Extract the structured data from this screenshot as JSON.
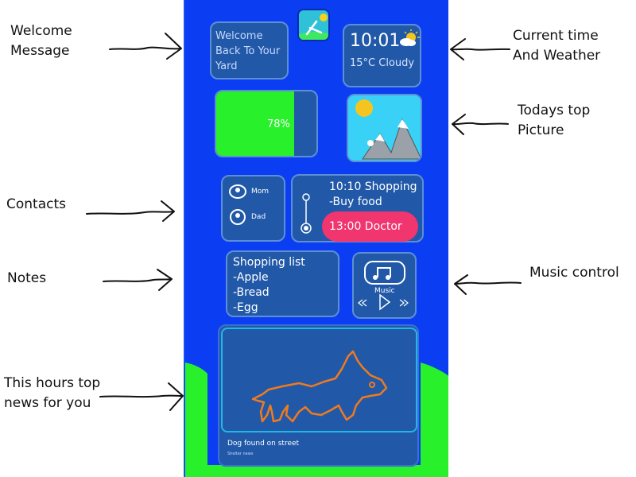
{
  "annotations": {
    "welcome": [
      "Welcome",
      "Message"
    ],
    "time_weather": [
      "Current time",
      "And Weather"
    ],
    "top_picture": [
      "Todays top",
      "Picture"
    ],
    "contacts": [
      "Contacts"
    ],
    "notes": [
      "Notes"
    ],
    "music": [
      "Music control"
    ],
    "news": [
      "This hours top",
      "news for you"
    ]
  },
  "phone": {
    "welcome": [
      "Welcome",
      "Back To Your",
      "Yard"
    ],
    "app_icon": "app-icon",
    "weather": {
      "time": "10:01",
      "condition": "15°C Cloudy",
      "icon": "sun-cloud-icon"
    },
    "battery": {
      "label": "78%",
      "level": 0.78
    },
    "picture": {
      "icon": "mountain-sun-icon"
    },
    "contacts": [
      {
        "name": "Mom",
        "icon": "contact-icon"
      },
      {
        "name": "Dad",
        "icon": "contact-icon"
      }
    ],
    "schedule": {
      "event_1": [
        "10:10 Shopping",
        "-Buy food"
      ],
      "event_2": "13:00 Doctor"
    },
    "notes": [
      "Shopping list",
      "-Apple",
      "-Bread",
      "-Egg"
    ],
    "music": {
      "label": "Music",
      "icon": "music-note-icon",
      "controls": [
        "previous-icon",
        "play-icon",
        "next-icon"
      ]
    },
    "news": {
      "title": "Dog found on street",
      "source": "Shelter news",
      "image_icon": "dog-drawing-icon"
    }
  },
  "colors": {
    "phone_bg": "#0b3df2",
    "card": "#2159a8",
    "grass": "#28f02a",
    "event_highlight": "#f0356f",
    "sky": "#3ad1f6"
  }
}
